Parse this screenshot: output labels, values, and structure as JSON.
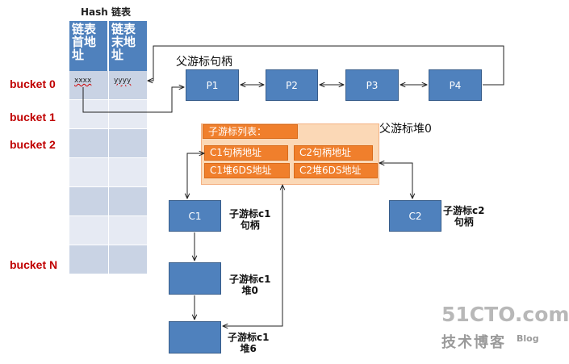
{
  "table": {
    "title": "Hash 链表",
    "head_col": "链表首地址",
    "tail_col": "链表末地址",
    "row0_head": "xxxx",
    "row0_tail": "yyyy"
  },
  "buckets": [
    "bucket 0",
    "bucket 1",
    "bucket 2",
    "bucket N"
  ],
  "parent_handle_label": "父游标句柄",
  "parents": [
    "P1",
    "P2",
    "P3",
    "P4"
  ],
  "parent_heap_label": "父游标堆0",
  "child_list": {
    "title": "子游标列表：",
    "c1_handle_addr": "C1句柄地址",
    "c1_heap6_addr": "C1堆6DS地址",
    "c2_handle_addr": "C2句柄地址",
    "c2_heap6_addr": "C2堆6DS地址"
  },
  "c1_box": "C1",
  "c2_box": "C2",
  "c1_handle_label": [
    "子游标c1",
    "句柄"
  ],
  "c1_heap0_label": [
    "子游标c1",
    "堆0"
  ],
  "c1_heap6_label": [
    "子游标c1",
    "堆6"
  ],
  "c2_handle_label": [
    "子游标c2",
    "句柄"
  ],
  "watermark": {
    "site": "51CTO.com",
    "tagline": "技术博客",
    "blog": "Blog"
  },
  "colors": {
    "box_blue": "#4f81bd",
    "bucket_red": "#c00000",
    "pill_orange": "#f07f2c",
    "panel_peach": "#fbd8b6"
  }
}
